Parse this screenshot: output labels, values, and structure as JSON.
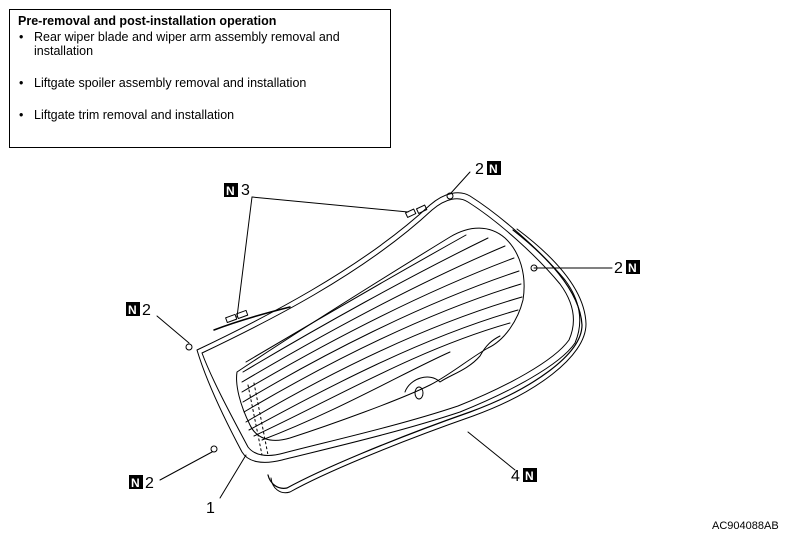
{
  "note": {
    "title": "Pre-removal and post-installation operation",
    "items": [
      "Rear wiper blade and wiper arm assembly removal and installation",
      "Liftgate spoiler assembly removal and installation",
      "Liftgate trim removal and installation"
    ]
  },
  "callouts": {
    "c1": "1",
    "c2_top": "2",
    "c2_right": "2",
    "c2_left_upper": "2",
    "c2_left_lower": "2",
    "c3": "3",
    "c4": "4"
  },
  "badge_letter": "N",
  "figure_id": "AC904088AB",
  "colors": {
    "line": "#000000",
    "badge_bg": "#000000",
    "badge_fg": "#ffffff"
  }
}
